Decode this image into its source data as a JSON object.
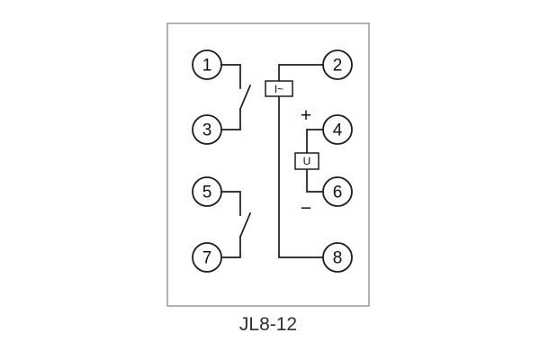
{
  "diagram": {
    "caption": "JL8-12",
    "terminals": [
      "1",
      "2",
      "3",
      "4",
      "5",
      "6",
      "7",
      "8"
    ],
    "labels": {
      "current_coil": "I~",
      "voltage_coil": "U",
      "plus": "+",
      "minus": "−"
    },
    "colors": {
      "line": "#1c1c1c",
      "border": "#a0a0a0",
      "background": "#ffffff"
    }
  }
}
